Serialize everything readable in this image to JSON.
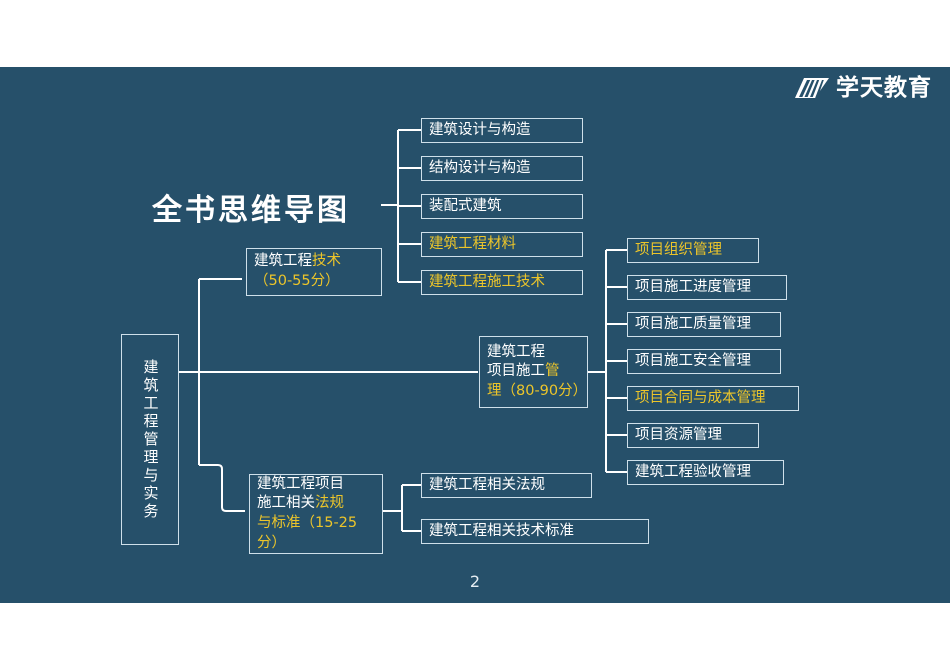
{
  "slide": {
    "title": "全书思维导图",
    "page_number": "2",
    "background_color": "#26506a",
    "accent_color": "#ecc52a",
    "text_color": "#ffffff"
  },
  "logo": {
    "icon": "road-stripes-icon",
    "text": "学天教育"
  },
  "root": {
    "label": "建筑工程管理与实务"
  },
  "branches": [
    {
      "id": "tech",
      "label_plain": "建筑工程",
      "label_highlight": "技术",
      "label_line2": "（50-55分）",
      "children": [
        {
          "label": "建筑设计与构造",
          "highlight": false
        },
        {
          "label": "结构设计与构造",
          "highlight": false
        },
        {
          "label": "装配式建筑",
          "highlight": false
        },
        {
          "label": "建筑工程材料",
          "highlight": true
        },
        {
          "label": "建筑工程施工技术",
          "highlight": true
        }
      ]
    },
    {
      "id": "management",
      "label_line1": "建筑工程",
      "label_line2_plain": "项目施工",
      "label_line2_highlight": "管",
      "label_line3_highlight": "理（80-90分）",
      "children": [
        {
          "label": "项目组织管理",
          "highlight": true
        },
        {
          "label": "项目施工进度管理",
          "highlight": false
        },
        {
          "label": "项目施工质量管理",
          "highlight": false
        },
        {
          "label": "项目施工安全管理",
          "highlight": false
        },
        {
          "label": "项目合同与成本管理",
          "highlight": true
        },
        {
          "label": "项目资源管理",
          "highlight": false
        },
        {
          "label": "建筑工程验收管理",
          "highlight": false
        }
      ]
    },
    {
      "id": "regulations",
      "label_line1": "建筑工程项目",
      "label_line2_plain": "施工相关",
      "label_line2_highlight": "法规",
      "label_line3_highlight": "与标准（15-25",
      "label_line4_highlight": "分）",
      "children": [
        {
          "label": "建筑工程相关法规",
          "highlight": false
        },
        {
          "label": "建筑工程相关技术标准",
          "highlight": false
        }
      ]
    }
  ]
}
